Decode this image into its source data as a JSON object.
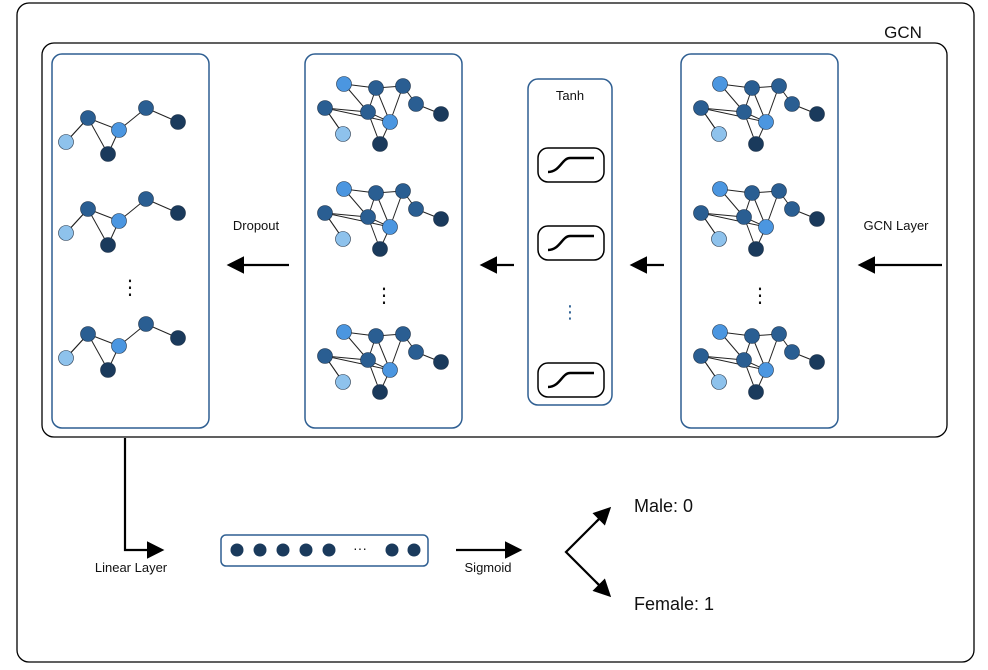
{
  "labels": {
    "gcn": "GCN",
    "tanh": "Tanh",
    "dropout": "Dropout",
    "gcn_layer": "GCN Layer",
    "linear_layer": "Linear Layer",
    "sigmoid": "Sigmoid",
    "male": "Male: 0",
    "female": "Female: 1",
    "ellipsis": "⋮",
    "vector_dots": "···"
  },
  "colors": {
    "panel_border": "#2f5f92",
    "dark_node": "#1a3a5c",
    "mid_node": "#2a5e92",
    "bright_node": "#4b96e0",
    "light_node": "#8ec2ec",
    "arrow": "#000000"
  }
}
